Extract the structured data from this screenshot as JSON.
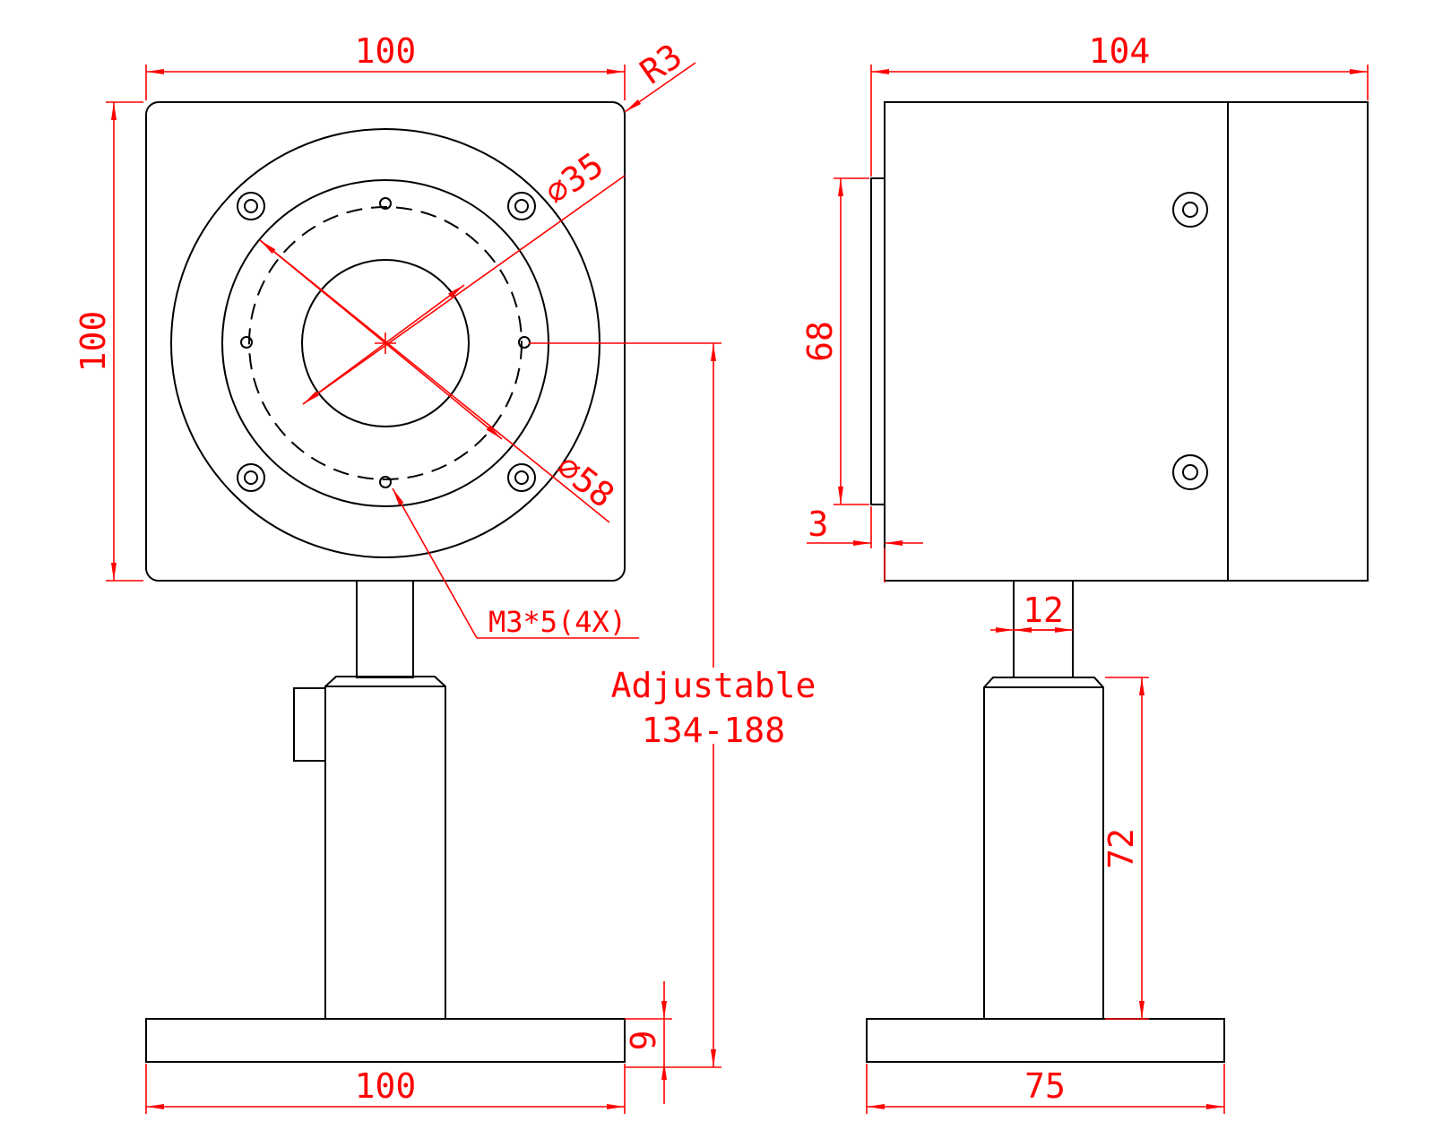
{
  "front_view": {
    "width_top": "100",
    "corner_radius": "R3",
    "height_left": "100",
    "bore_diameter": "⌀35",
    "bolt_circle_diameter": "⌀58",
    "thread_note": "M3*5(4X)",
    "adjustable_label": "Adjustable",
    "adjustable_range": "134-188",
    "base_thickness": "9",
    "base_width": "100"
  },
  "side_view": {
    "depth_top": "104",
    "flange_height": "68",
    "flange_thickness": "3",
    "post_diameter": "12",
    "post_holder_height": "72",
    "base_width": "75"
  },
  "colors": {
    "dimension": "#ff0000",
    "part_outline": "#000000"
  }
}
